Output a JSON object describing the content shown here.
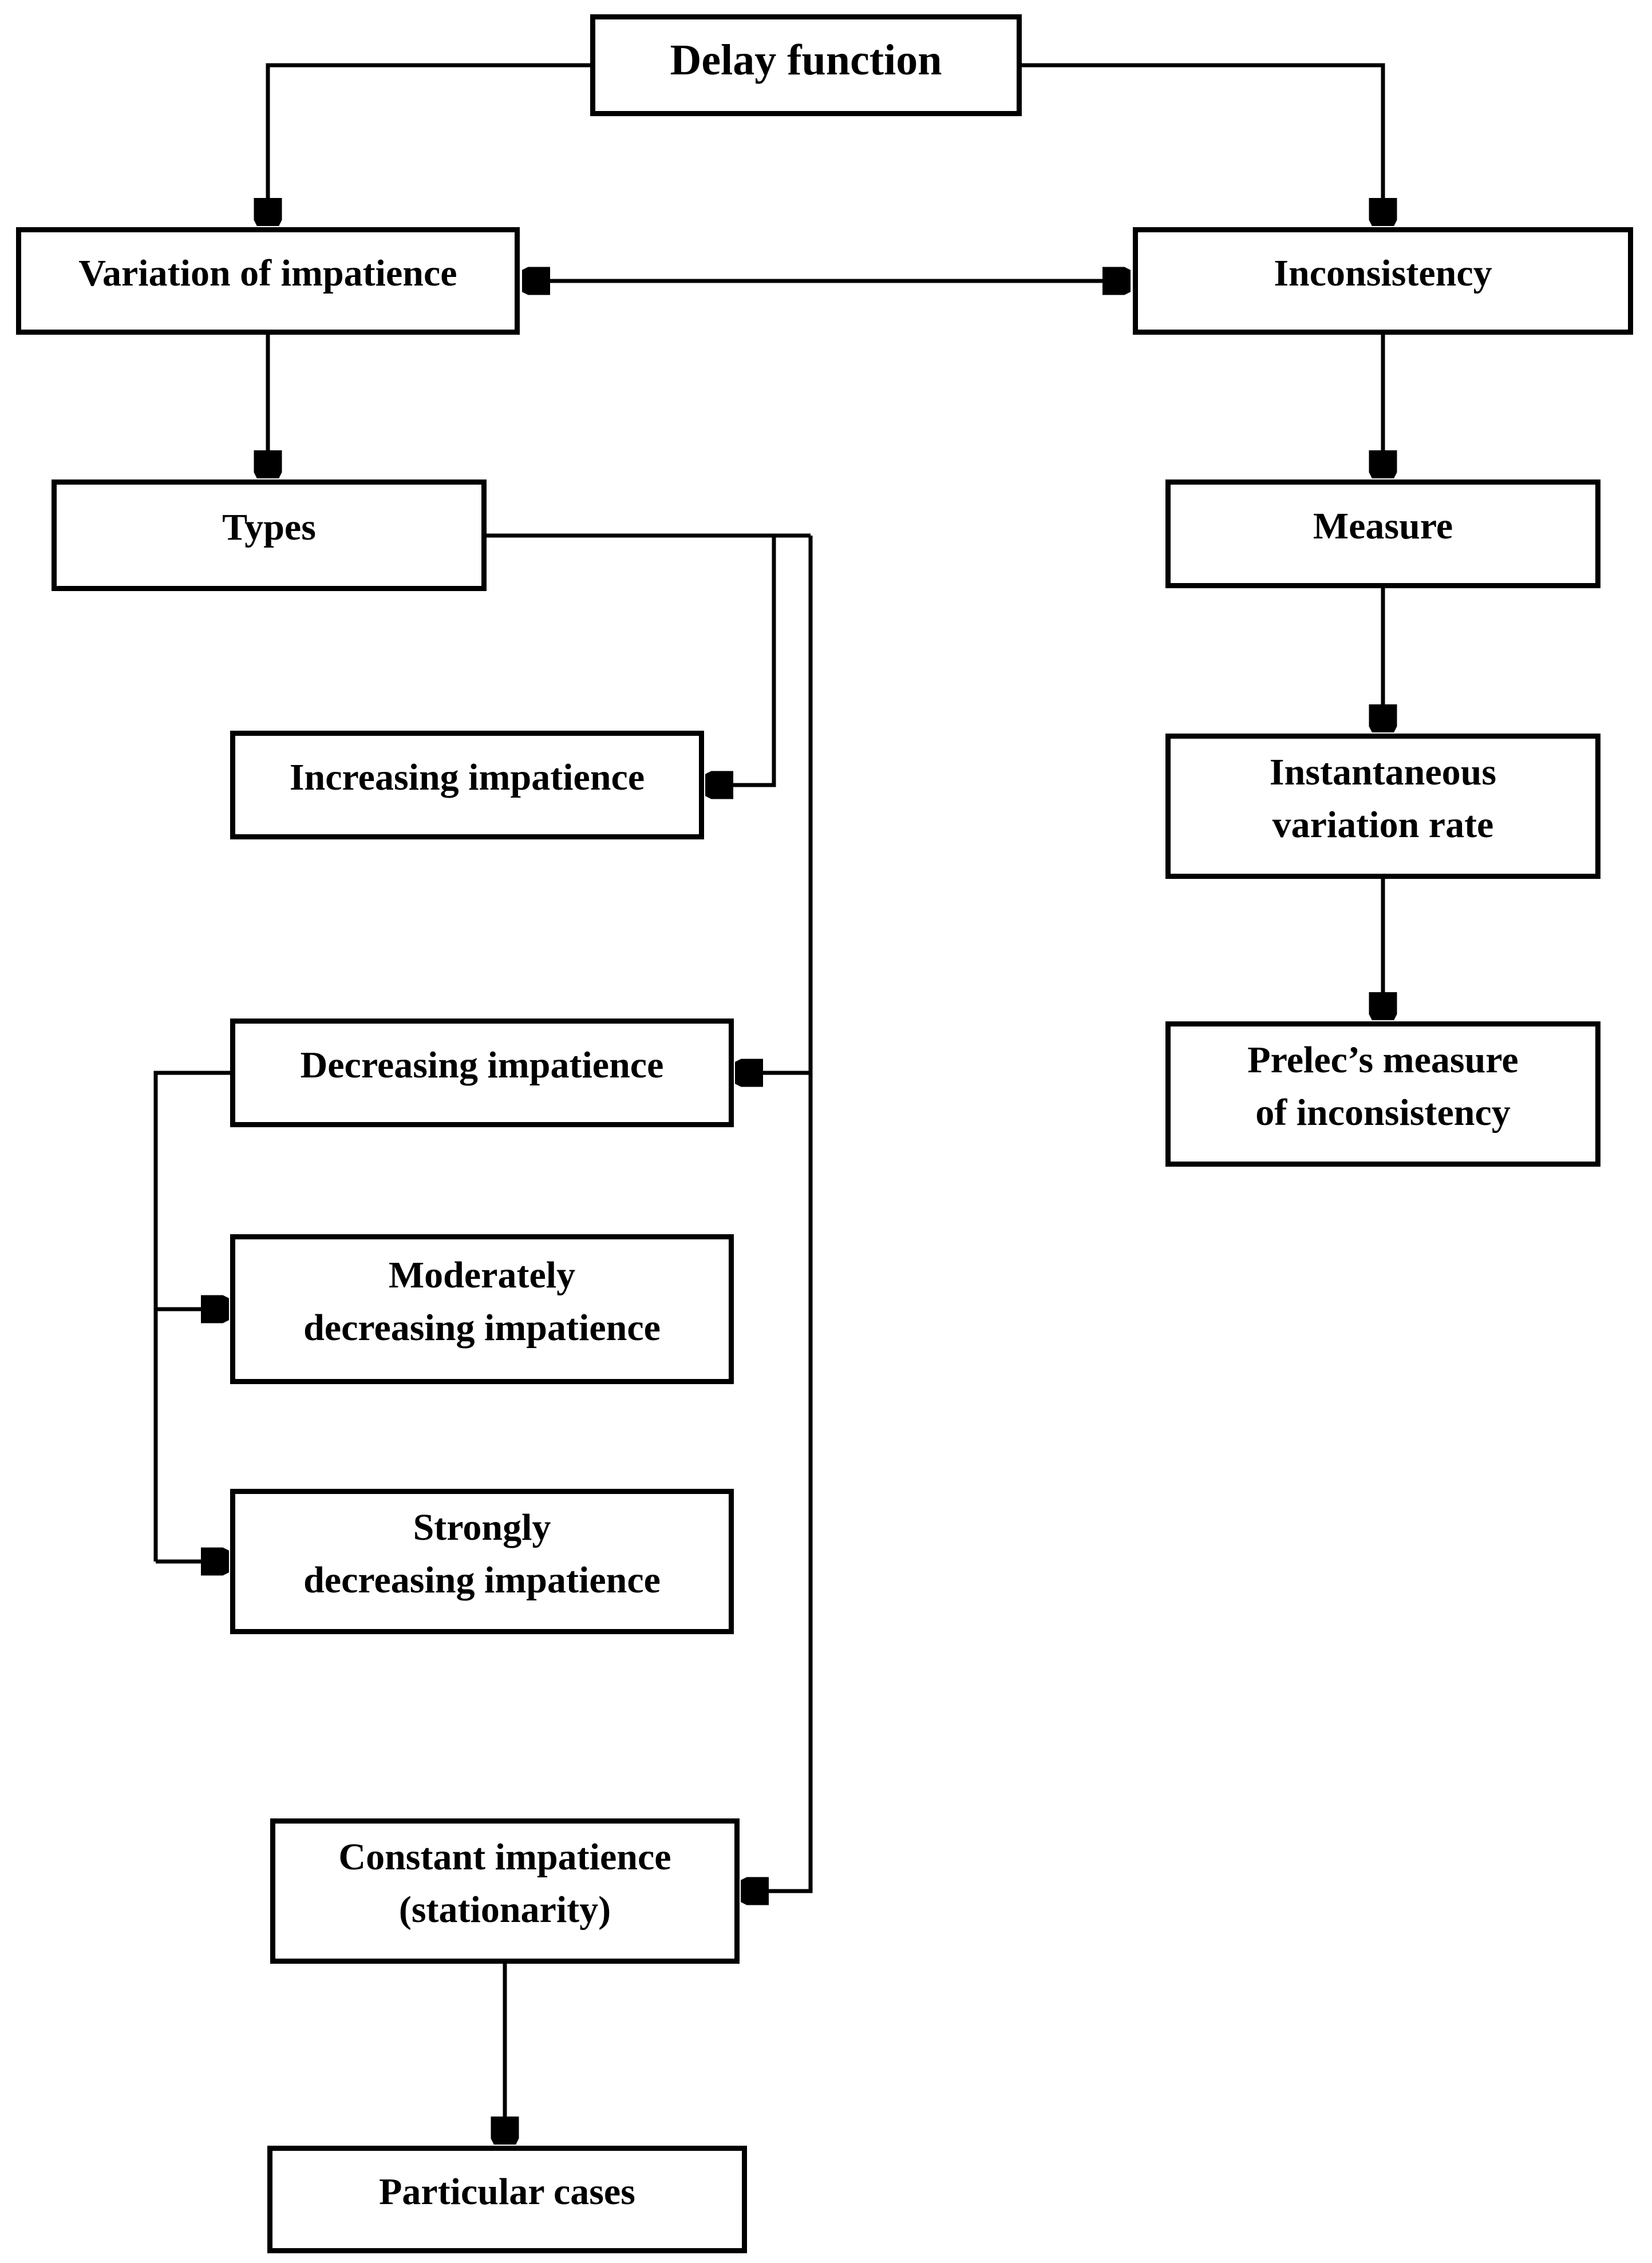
{
  "diagram": {
    "background_color": "#ffffff",
    "line_color": "#000000",
    "box_border_color": "#000000",
    "box_fill_color": "#ffffff",
    "text_color": "#000000",
    "nodes": {
      "delay_function": {
        "label": "Delay function"
      },
      "variation_of_impatience": {
        "label": "Variation of impatience"
      },
      "inconsistency": {
        "label": "Inconsistency"
      },
      "types": {
        "label": "Types"
      },
      "measure": {
        "label": "Measure"
      },
      "increasing_impatience": {
        "label": "Increasing impatience"
      },
      "instantaneous_variation_rate": {
        "label": "Instantaneous\nvariation rate"
      },
      "decreasing_impatience": {
        "label": "Decreasing impatience"
      },
      "prelecs_measure_of_inconsistency": {
        "label": "Prelec’s measure\nof inconsistency"
      },
      "moderately_decreasing_impatience": {
        "label": "Moderately\ndecreasing impatience"
      },
      "strongly_decreasing_impatience": {
        "label": "Strongly\ndecreasing impatience"
      },
      "constant_impatience": {
        "label": "Constant impatience\n(stationarity)"
      },
      "particular_cases": {
        "label": "Particular cases"
      }
    },
    "edges": [
      {
        "from": "delay_function",
        "to": "variation_of_impatience",
        "arrow": "end"
      },
      {
        "from": "delay_function",
        "to": "inconsistency",
        "arrow": "end"
      },
      {
        "from": "variation_of_impatience",
        "to": "inconsistency",
        "arrow": "both"
      },
      {
        "from": "variation_of_impatience",
        "to": "types",
        "arrow": "end"
      },
      {
        "from": "inconsistency",
        "to": "measure",
        "arrow": "end"
      },
      {
        "from": "measure",
        "to": "instantaneous_variation_rate",
        "arrow": "end"
      },
      {
        "from": "instantaneous_variation_rate",
        "to": "prelecs_measure_of_inconsistency",
        "arrow": "end"
      },
      {
        "from": "types",
        "to": "increasing_impatience",
        "arrow": "end"
      },
      {
        "from": "types",
        "to": "decreasing_impatience",
        "arrow": "end"
      },
      {
        "from": "types",
        "to": "constant_impatience",
        "arrow": "end"
      },
      {
        "from": "decreasing_impatience",
        "to": "moderately_decreasing_impatience",
        "arrow": "end"
      },
      {
        "from": "decreasing_impatience",
        "to": "strongly_decreasing_impatience",
        "arrow": "end"
      },
      {
        "from": "constant_impatience",
        "to": "particular_cases",
        "arrow": "end"
      }
    ]
  }
}
